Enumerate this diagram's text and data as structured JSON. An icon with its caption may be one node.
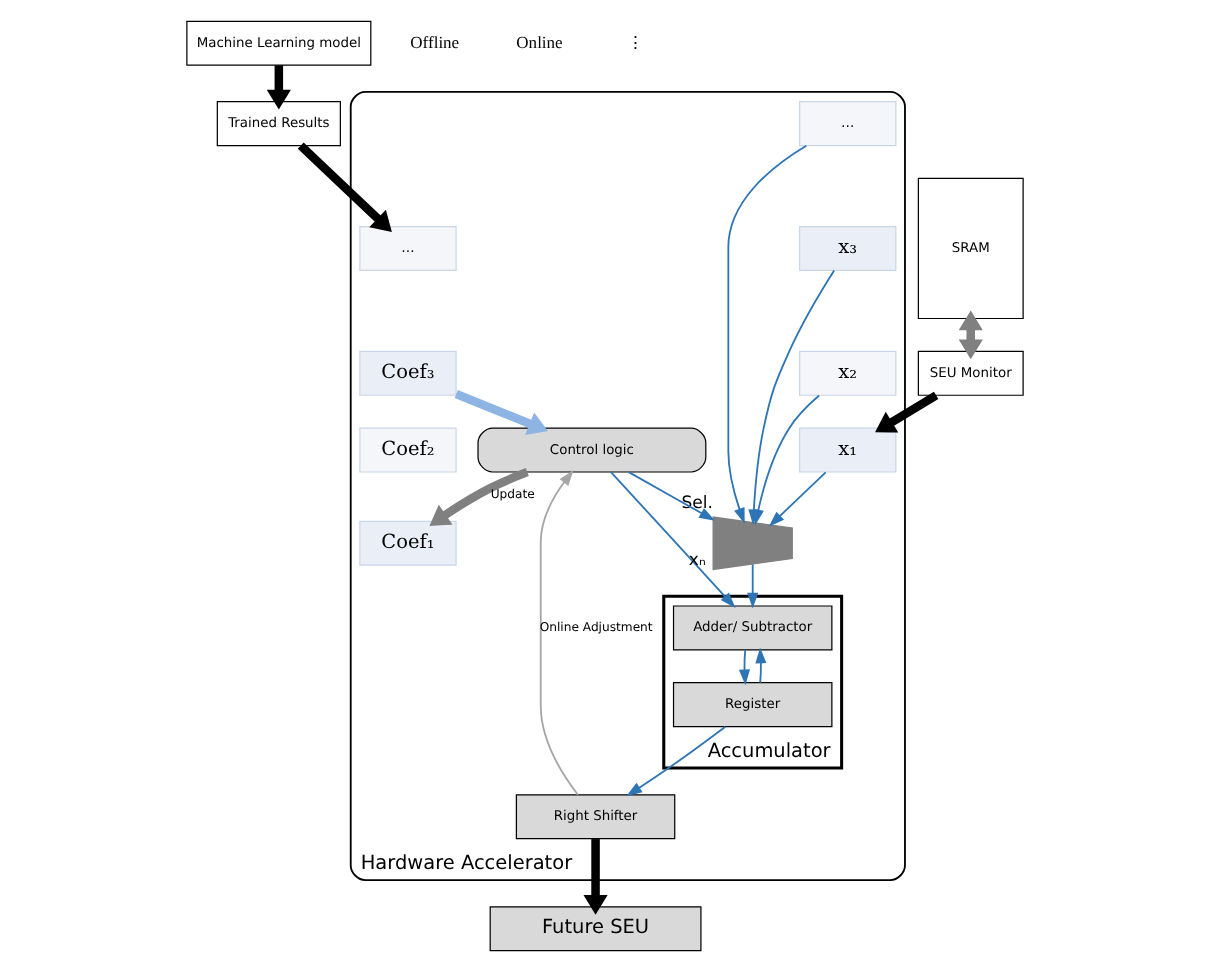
{
  "diagram": {
    "nodes": [
      {
        "text": [
          "Machine Learning model"
        ]
      },
      {
        "text": [
          "Trained Results"
        ]
      },
      {
        "text": [
          "Hardware Accelerator"
        ]
      },
      {
        "text": [
          "…"
        ],
        "in": 2
      },
      {
        "text": [
          "Coef₃"
        ],
        "in": 2
      },
      {
        "text": [
          "Coef₂"
        ],
        "in": 2
      },
      {
        "text": [
          "Coef₁"
        ],
        "in": 2
      },
      {
        "text": [
          "Control logic"
        ],
        "in": 2
      },
      {
        "text": [
          "Accumulator"
        ],
        "in": 2
      },
      {
        "text": [
          "Adder/ Subtractor"
        ],
        "in": 8
      },
      {
        "text": [
          "Register"
        ],
        "in": 8
      },
      {
        "text": [
          "Right Shifter"
        ],
        "in": 2
      },
      {
        "text": [
          "…"
        ],
        "in": 2
      },
      {
        "text": [
          "x₃"
        ],
        "in": 2
      },
      {
        "text": [
          "x₂"
        ],
        "in": 2
      },
      {
        "text": [
          "x₁"
        ],
        "in": 2
      },
      {
        "text": [],
        "shape": "trapezoid",
        "beside": [
          "Sel.",
          "xₙ"
        ],
        "in": 2
      },
      {
        "text": [
          "SRAM"
        ]
      },
      {
        "text": [
          "SEU Monitor"
        ]
      },
      {
        "text": [
          "Future SEU"
        ]
      }
    ],
    "edges": [
      {
        "from": 0,
        "to": 1,
        "arrow": "to",
        "style": "thick",
        "color": "#000000"
      },
      {
        "from": 1,
        "to": 3,
        "arrow": "to",
        "style": "thick",
        "color": "#000000"
      },
      {
        "from": 4,
        "to": 7,
        "arrow": "to",
        "style": "thick",
        "color": "#8eb4e3"
      },
      {
        "from": 7,
        "to": 6,
        "arrow": "to",
        "label": "Update",
        "style": "thick",
        "color": "#808080"
      },
      {
        "from": 7,
        "to": 9,
        "arrow": "to"
      },
      {
        "from": 7,
        "to": 16,
        "arrow": "to"
      },
      {
        "from": 12,
        "to": 16,
        "arrow": "to"
      },
      {
        "from": 13,
        "to": 16,
        "arrow": "to"
      },
      {
        "from": 14,
        "to": 16,
        "arrow": "to"
      },
      {
        "from": 15,
        "to": 16,
        "arrow": "to"
      },
      {
        "from": 16,
        "to": 9,
        "arrow": "to"
      },
      {
        "from": 9,
        "to": 10,
        "arrow": "to"
      },
      {
        "from": 10,
        "to": 11,
        "arrow": "to"
      },
      {
        "from": 10,
        "to": 9,
        "arrow": "to"
      },
      {
        "from": 11,
        "to": 7,
        "arrow": "to",
        "label": "Online Adjustment",
        "color": "#a6a6a6"
      },
      {
        "from": 11,
        "to": 19,
        "arrow": "to",
        "style": "thick",
        "color": "#000000"
      },
      {
        "from": 17,
        "to": 18,
        "arrow": "both",
        "style": "thick",
        "color": "#808080"
      },
      {
        "from": 18,
        "to": 15,
        "arrow": "to",
        "style": "thick",
        "color": "#000000"
      }
    ],
    "labels": [
      "Offline",
      "Online",
      "⋮"
    ]
  }
}
